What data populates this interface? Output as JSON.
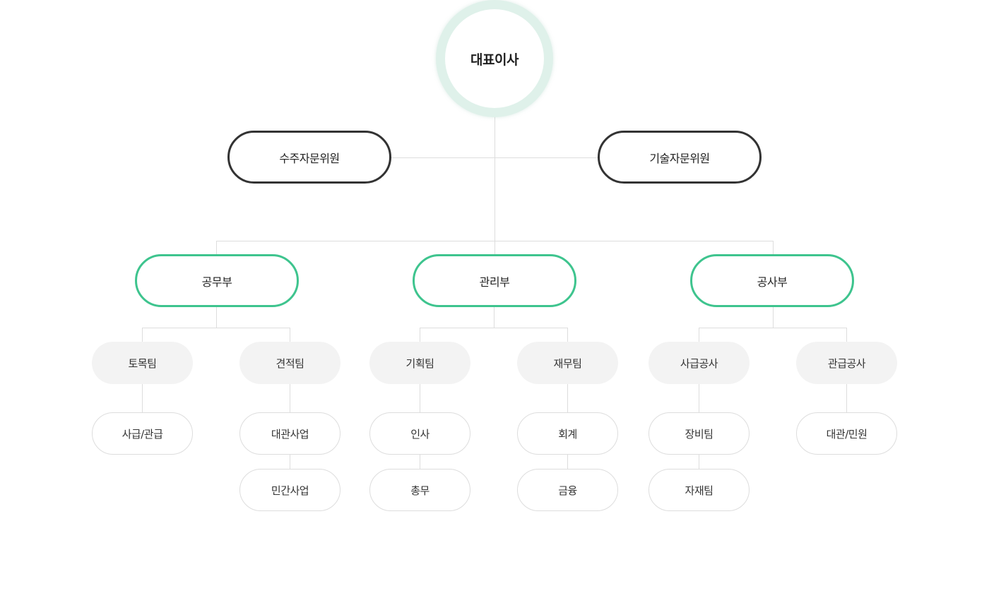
{
  "ceo": {
    "label": "대표이사"
  },
  "committees": [
    {
      "label": "수주자문위원"
    },
    {
      "label": "기술자문위원"
    }
  ],
  "departments": [
    {
      "label": "공무부",
      "teams": [
        {
          "label": "토목팀",
          "subs": [
            {
              "label": "사급/관급"
            }
          ]
        },
        {
          "label": "견적팀",
          "subs": [
            {
              "label": "대관사업"
            },
            {
              "label": "민간사업"
            }
          ]
        }
      ]
    },
    {
      "label": "관리부",
      "teams": [
        {
          "label": "기획팀",
          "subs": [
            {
              "label": "인사"
            },
            {
              "label": "총무"
            }
          ]
        },
        {
          "label": "재무팀",
          "subs": [
            {
              "label": "회계"
            },
            {
              "label": "금융"
            }
          ]
        }
      ]
    },
    {
      "label": "공사부",
      "teams": [
        {
          "label": "사급공사",
          "subs": [
            {
              "label": "장비팀"
            },
            {
              "label": "자재팀"
            }
          ]
        },
        {
          "label": "관급공사",
          "subs": [
            {
              "label": "대관/민원"
            }
          ]
        }
      ]
    }
  ],
  "colors": {
    "accent_green": "#3ec48e",
    "committee_border": "#333333",
    "ceo_ring": "#dff1ea",
    "team_fill": "#f3f3f3",
    "connector": "#dddddd"
  }
}
